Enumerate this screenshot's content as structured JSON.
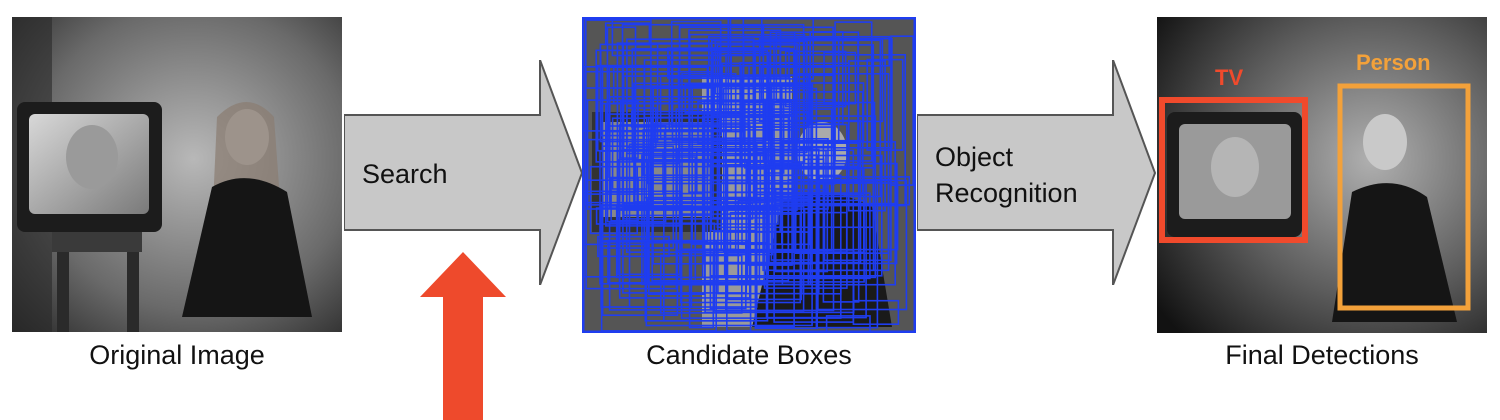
{
  "stages": {
    "original": {
      "caption": "Original Image"
    },
    "candidates": {
      "caption": "Candidate Boxes",
      "box_color": "#1f3df0"
    },
    "final": {
      "caption": "Final Detections",
      "detections": [
        {
          "label": "TV",
          "color": "#f04a2c"
        },
        {
          "label": "Person",
          "color": "#f3a13a"
        }
      ]
    }
  },
  "arrows": {
    "search": {
      "label": "Search",
      "color": "#c8c8c8"
    },
    "recognition": {
      "label_line1": "Object",
      "label_line2": "Recognition",
      "color": "#c8c8c8"
    },
    "highlight": {
      "color": "#ee4a2c"
    }
  }
}
